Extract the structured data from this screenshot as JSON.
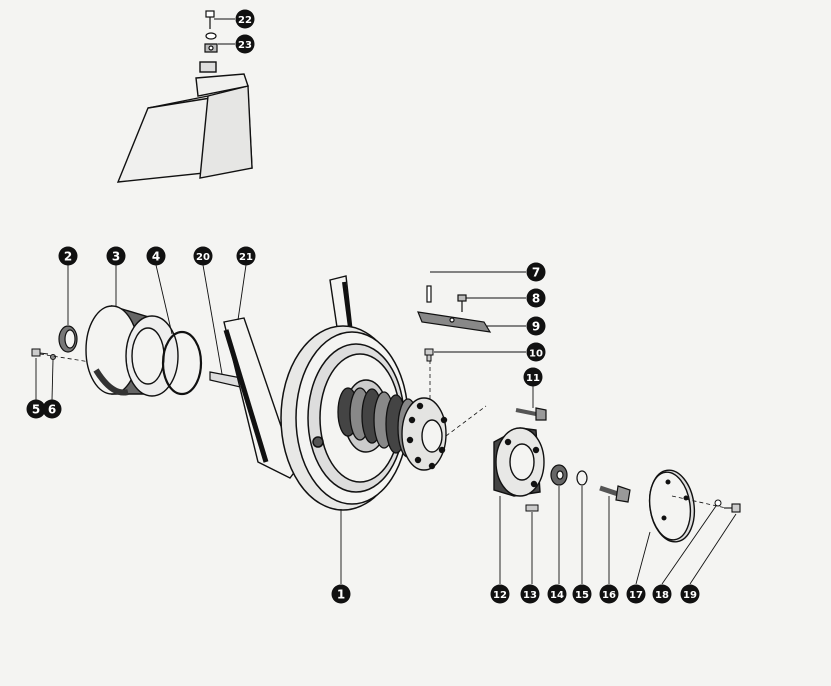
{
  "diagram": {
    "type": "exploded-parts-view",
    "colors": {
      "background": "#f4f4f2",
      "ink": "#111111",
      "callout_fill": "#111111",
      "callout_text": "#ffffff"
    },
    "callouts": [
      {
        "id": "c1",
        "label": "1"
      },
      {
        "id": "c2",
        "label": "2"
      },
      {
        "id": "c3",
        "label": "3"
      },
      {
        "id": "c4",
        "label": "4"
      },
      {
        "id": "c5",
        "label": "5"
      },
      {
        "id": "c6",
        "label": "6"
      },
      {
        "id": "c7",
        "label": "7"
      },
      {
        "id": "c8",
        "label": "8"
      },
      {
        "id": "c9",
        "label": "9"
      },
      {
        "id": "c10",
        "label": "10"
      },
      {
        "id": "c11",
        "label": "11"
      },
      {
        "id": "c12",
        "label": "12"
      },
      {
        "id": "c13",
        "label": "13"
      },
      {
        "id": "c14",
        "label": "14"
      },
      {
        "id": "c15",
        "label": "15"
      },
      {
        "id": "c16",
        "label": "16"
      },
      {
        "id": "c17",
        "label": "17"
      },
      {
        "id": "c18",
        "label": "18"
      },
      {
        "id": "c19",
        "label": "19"
      },
      {
        "id": "c20",
        "label": "20"
      },
      {
        "id": "c21",
        "label": "21"
      },
      {
        "id": "c22",
        "label": "22"
      },
      {
        "id": "c23",
        "label": "23"
      }
    ]
  }
}
